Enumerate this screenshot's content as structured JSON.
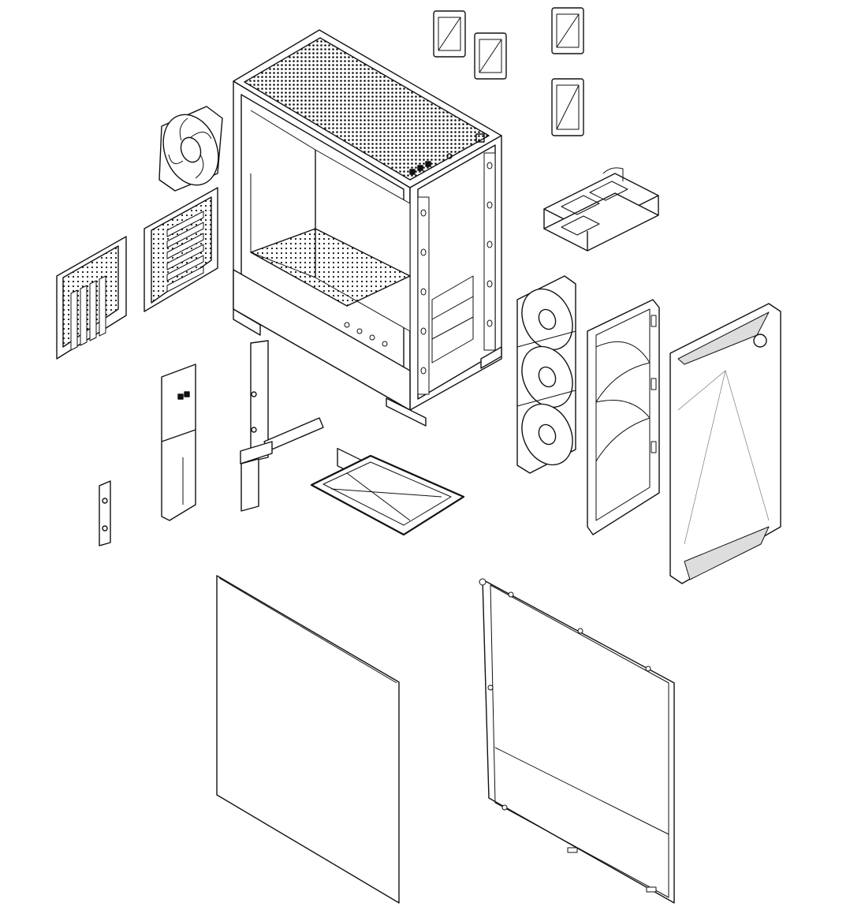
{
  "diagram": {
    "style": "monochrome exploded-view line drawing",
    "colors": {
      "line": "#111111",
      "background": "#ffffff",
      "shade": "#dddddd"
    },
    "parts": [
      "case-chassis",
      "mesh-top-panel",
      "rear-fan",
      "pci-slot-bracket",
      "rear-io-bracket",
      "ssd-mount-brackets",
      "drive-cage",
      "front-fan-stack",
      "front-fan-bracket",
      "front-panel",
      "gpu-support-bracket",
      "vertical-gpu-bracket",
      "small-bracket",
      "psu-dust-filter",
      "tempered-glass-side-panel",
      "steel-side-panel"
    ],
    "text_labels": []
  }
}
